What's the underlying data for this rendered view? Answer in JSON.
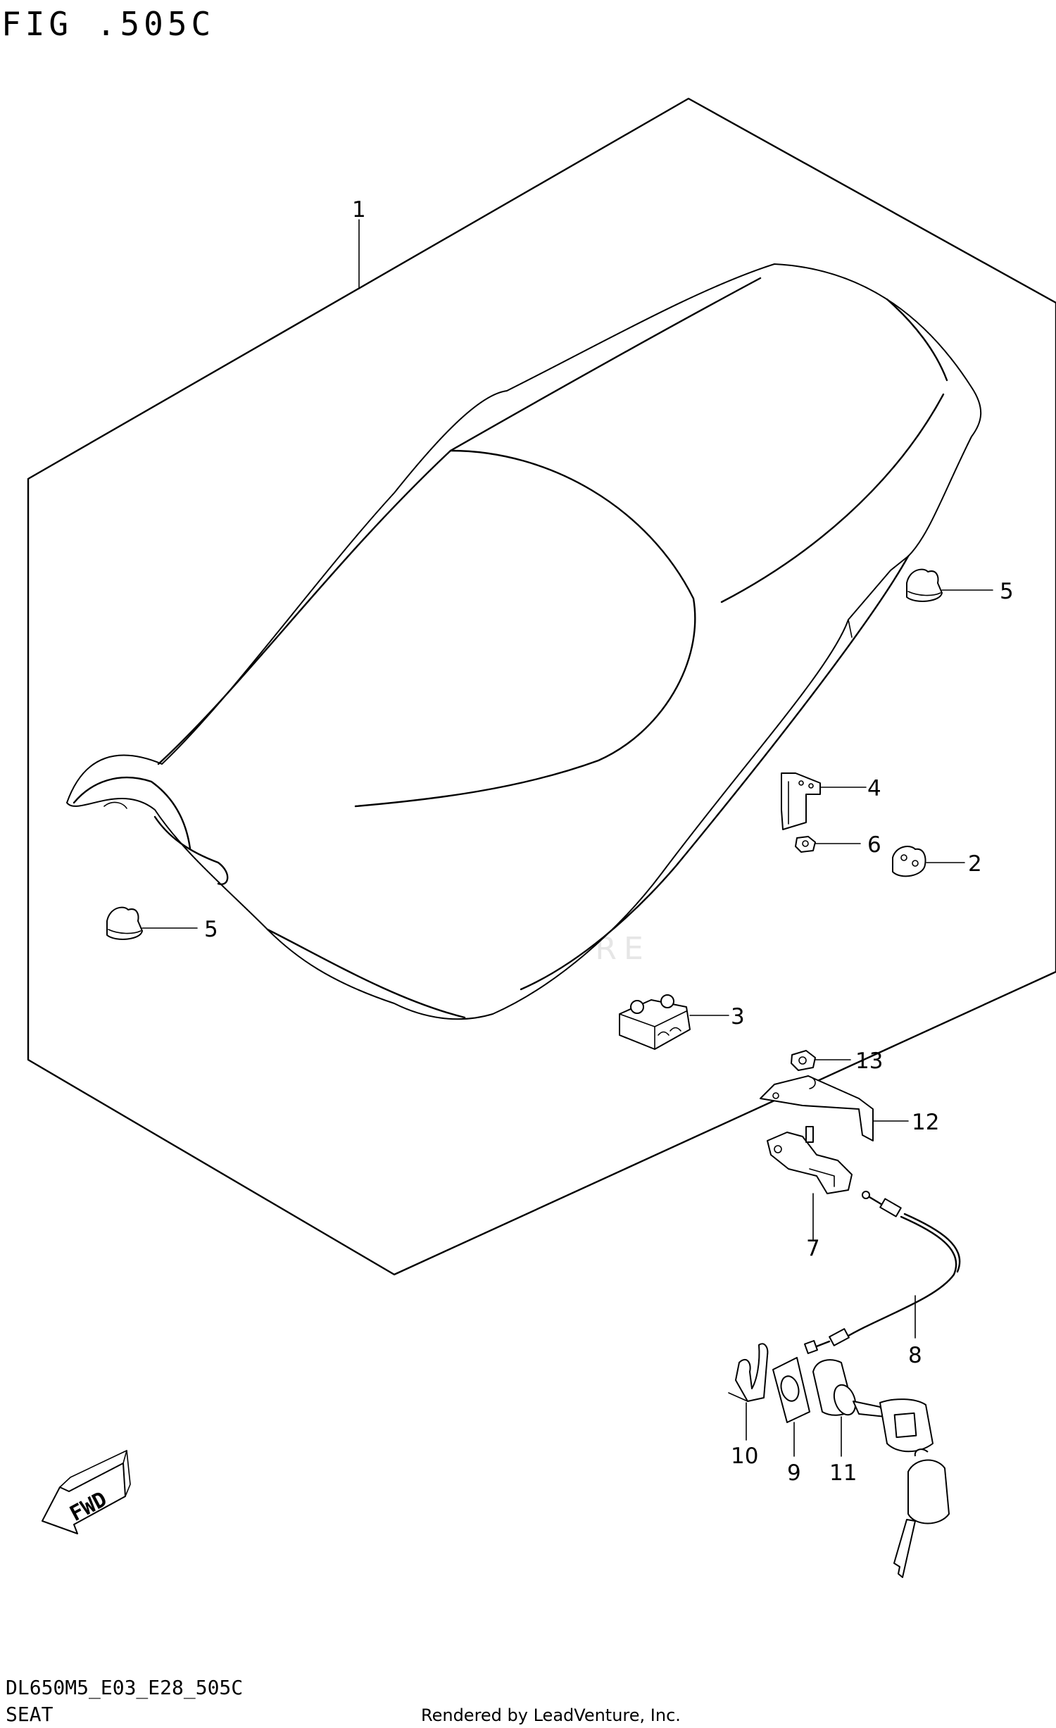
{
  "figure_title": "FIG .505C",
  "footer": {
    "code": "DL650M5_E03_E28_505C",
    "name": "SEAT",
    "rendered_by": "Rendered by LeadVenture, Inc."
  },
  "watermark": "LEADVENTURE",
  "fwd_label": "FWD",
  "callouts": {
    "c1": "1",
    "c2": "2",
    "c3": "3",
    "c4": "4",
    "c5a": "5",
    "c5b": "5",
    "c6": "6",
    "c7": "7",
    "c8": "8",
    "c9": "9",
    "c10": "10",
    "c11": "11",
    "c12": "12",
    "c13": "13"
  }
}
